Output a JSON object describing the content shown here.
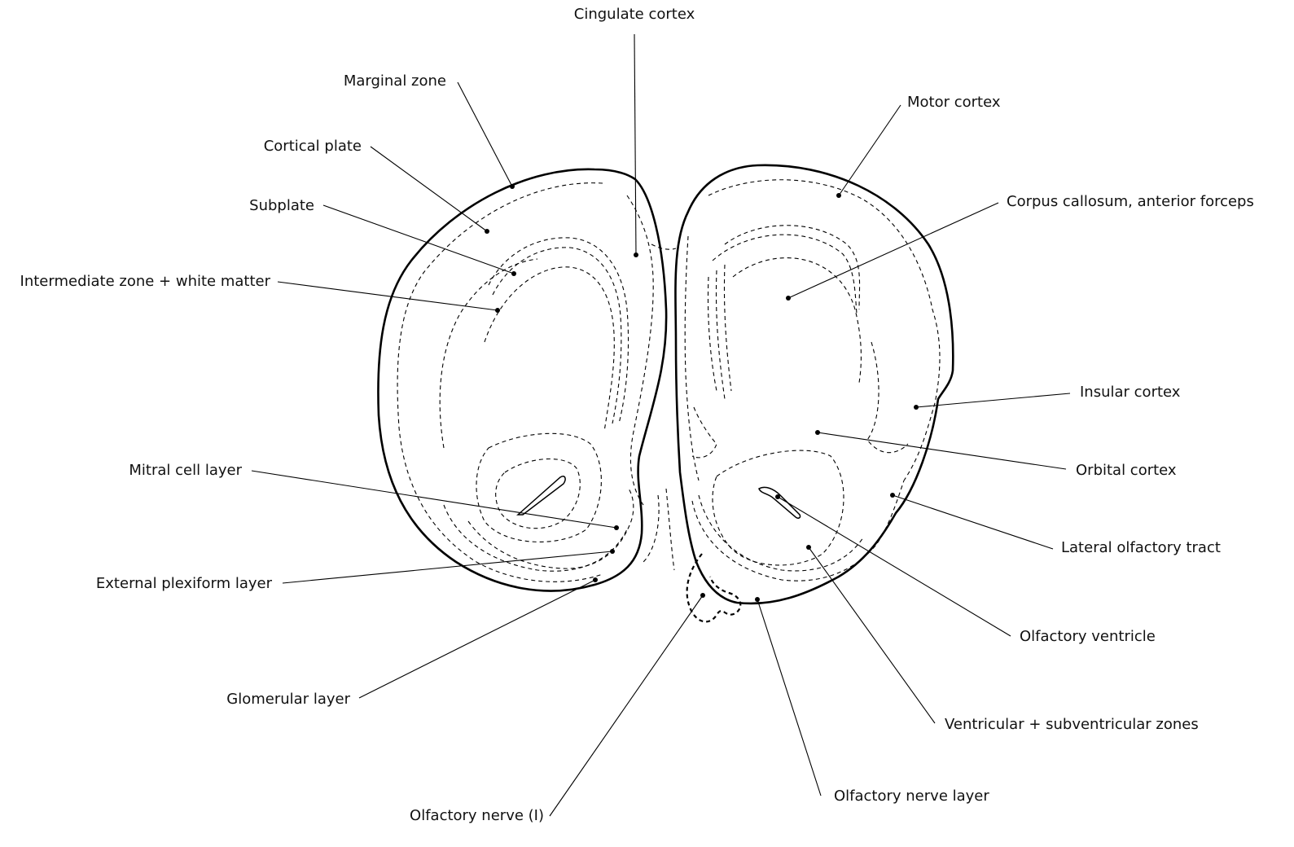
{
  "labels": {
    "cingulate_cortex": "Cingulate cortex",
    "marginal_zone": "Marginal zone",
    "cortical_plate": "Cortical plate",
    "subplate": "Subplate",
    "intermediate_zone": "Intermediate zone + white matter",
    "mitral_cell_layer": "Mitral cell layer",
    "external_plexiform_layer": "External plexiform layer",
    "glomerular_layer": "Glomerular layer",
    "olfactory_nerve": "Olfactory nerve (I)",
    "motor_cortex": "Motor cortex",
    "corpus_callosum": "Corpus callosum, anterior forceps",
    "insular_cortex": "Insular cortex",
    "orbital_cortex": "Orbital cortex",
    "lateral_olfactory_tract": "Lateral olfactory tract",
    "olfactory_ventricle": "Olfactory ventricle",
    "ventricular_zones": "Ventricular + subventricular zones",
    "olfactory_nerve_layer": "Olfactory nerve layer"
  }
}
